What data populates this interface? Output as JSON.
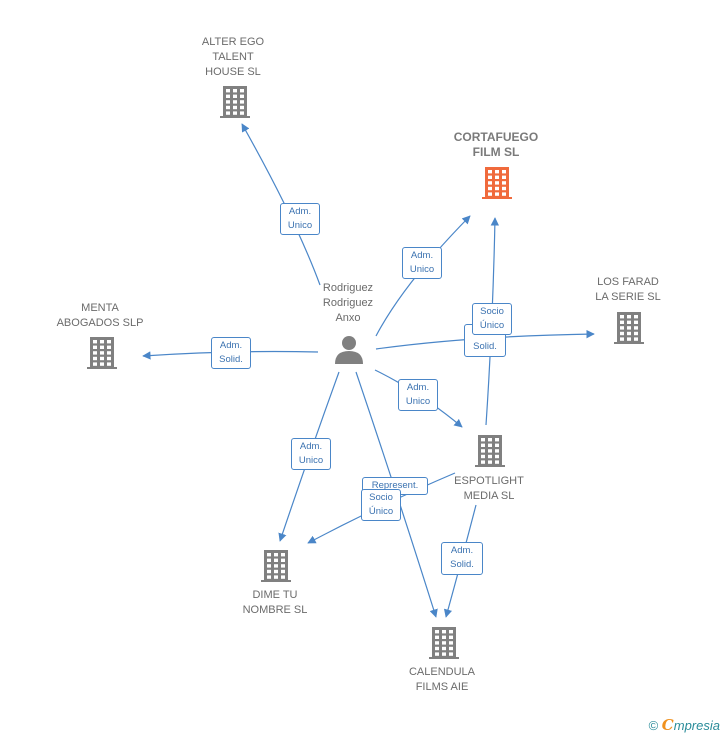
{
  "colors": {
    "edge": "#4a86c8",
    "building": "#808080",
    "building_main": "#f06a3c",
    "person": "#808080"
  },
  "nodes": [
    {
      "id": "alter",
      "type": "company",
      "label": "ALTER EGO\nTALENT\nHOUSE  SL"
    },
    {
      "id": "cortafuego",
      "type": "company",
      "main": true,
      "label": "CORTAFUEGO\nFILM  SL"
    },
    {
      "id": "menta",
      "type": "company",
      "label": "MENTA\nABOGADOS SLP"
    },
    {
      "id": "losfarad",
      "type": "company",
      "label": "LOS FARAD\nLA SERIE  SL"
    },
    {
      "id": "person",
      "type": "person",
      "label": "Rodriguez\nRodriguez\nAnxo"
    },
    {
      "id": "espotlight",
      "type": "company",
      "label": "ESPOTLIGHT\nMEDIA  SL"
    },
    {
      "id": "dime",
      "type": "company",
      "label": "DIME TU\nNOMBRE  SL"
    },
    {
      "id": "calendula",
      "type": "company",
      "label": "CALENDULA\nFILMS  AIE"
    }
  ],
  "edges": [
    {
      "from": "person",
      "to": "alter",
      "label": "Adm.\nUnico"
    },
    {
      "from": "person",
      "to": "cortafuego",
      "label": "Adm.\nUnico"
    },
    {
      "from": "person",
      "to": "menta",
      "label": "Adm.\nSolid."
    },
    {
      "from": "person",
      "to": "losfarad",
      "label": "Adm.\nSolid."
    },
    {
      "from": "espotlight",
      "to": "cortafuego",
      "label": "Socio\nÚnico"
    },
    {
      "from": "person",
      "to": "espotlight",
      "label": "Adm.\nUnico"
    },
    {
      "from": "person",
      "to": "dime",
      "label": "Adm.\nUnico"
    },
    {
      "from": "person",
      "to": "calendula",
      "label": "Represent."
    },
    {
      "from": "espotlight",
      "to": "dime",
      "label": "Socio\nÚnico"
    },
    {
      "from": "espotlight",
      "to": "calendula",
      "label": "Adm.\nSolid."
    }
  ],
  "footer": {
    "copyright": "©",
    "brand_initial": "C",
    "brand_rest": "mpresia"
  }
}
